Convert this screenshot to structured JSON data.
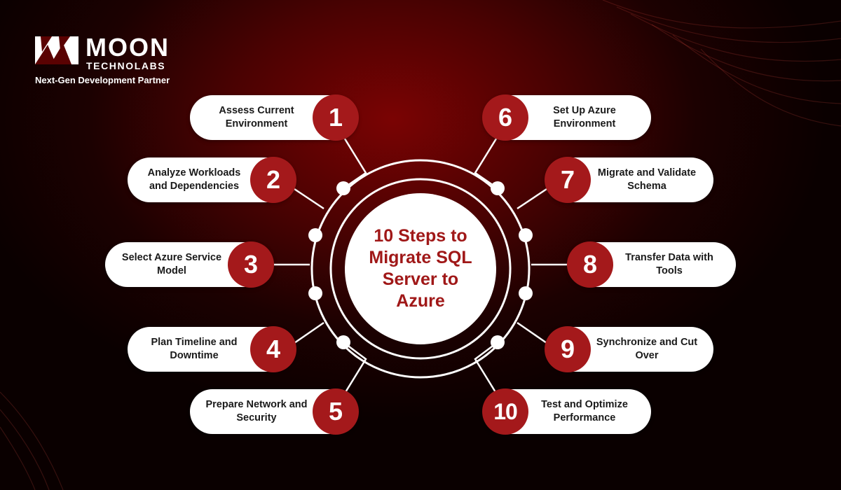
{
  "brand": {
    "name": "MOON",
    "subname": "TECHNOLABS",
    "tagline": "Next-Gen Development Partner"
  },
  "title": "10 Steps to Migrate SQL Server to Azure",
  "colors": {
    "accent": "#a4191b",
    "title_text": "#a01818",
    "pill_bg": "#ffffff",
    "background": "#1c0101"
  },
  "steps": [
    {
      "number": "1",
      "label": "Assess Current Environment"
    },
    {
      "number": "2",
      "label": "Analyze Workloads and Dependencies"
    },
    {
      "number": "3",
      "label": "Select Azure Service Model"
    },
    {
      "number": "4",
      "label": "Plan Timeline and Downtime"
    },
    {
      "number": "5",
      "label": "Prepare Network and Security"
    },
    {
      "number": "6",
      "label": "Set Up Azure Environment"
    },
    {
      "number": "7",
      "label": "Migrate and Validate Schema"
    },
    {
      "number": "8",
      "label": "Transfer Data with Tools"
    },
    {
      "number": "9",
      "label": "Synchronize and Cut Over"
    },
    {
      "number": "10",
      "label": "Test and Optimize Performance"
    }
  ]
}
